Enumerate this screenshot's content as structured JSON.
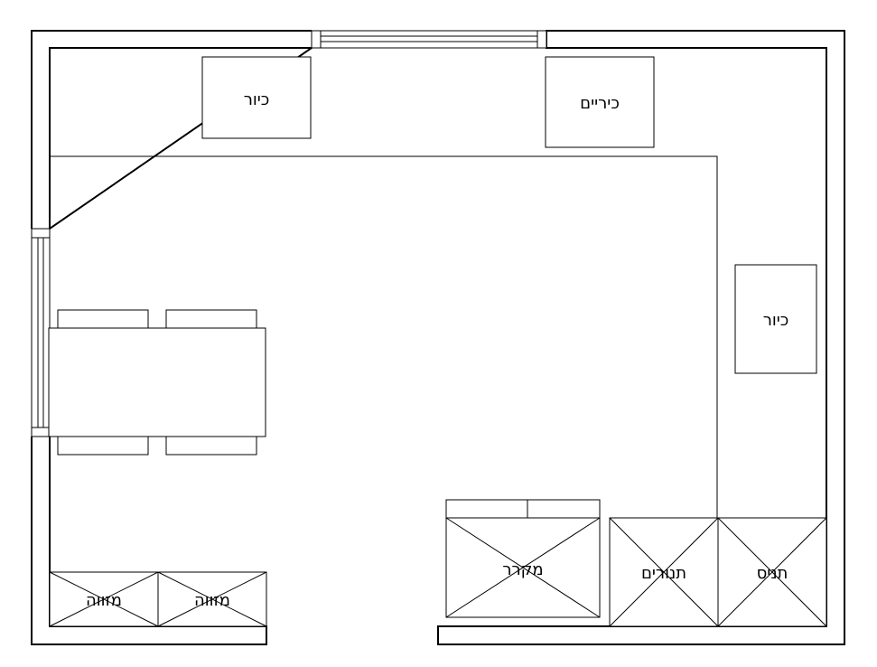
{
  "labels": {
    "sink_top_left": "כיור",
    "sinks_top_right": "כיריים",
    "sink_right": "כיור",
    "fridge": "מקרר",
    "ovens": "תנורים",
    "cabinet_right": "תניס",
    "ac_left": "מזווה",
    "ac_right": "מזווה"
  }
}
